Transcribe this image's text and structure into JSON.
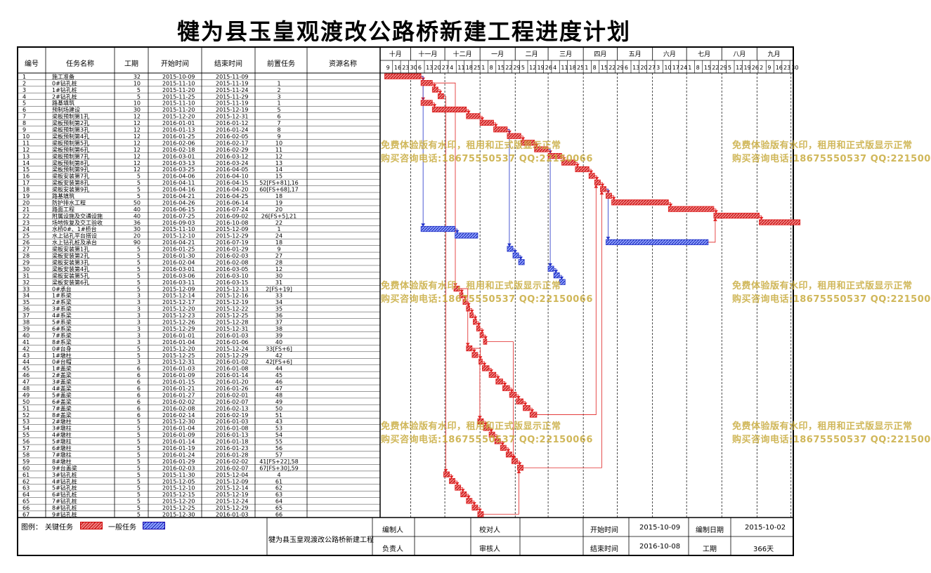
{
  "title": "犍为县玉皇观渡改公路桥新建工程进度计划",
  "columns": [
    "编号",
    "任务名称",
    "工期",
    "开始时间",
    "结束时间",
    "前置任务",
    "资源名称"
  ],
  "months": [
    "十月",
    "十一月",
    "十二月",
    "一月",
    "二月",
    "三月",
    "四月",
    "五月",
    "六月",
    "七月",
    "八月",
    "九月"
  ],
  "days": [
    "9",
    "16",
    "23",
    "30",
    "6",
    "13",
    "20",
    "27",
    "4",
    "11",
    "18",
    "25",
    "1",
    "8",
    "15",
    "22",
    "29",
    "5",
    "12",
    "19",
    "26",
    "4",
    "11",
    "18",
    "25",
    "1",
    "8",
    "15",
    "22",
    "29",
    "6",
    "13",
    "20",
    "27",
    "3",
    "10",
    "17",
    "24",
    "1",
    "8",
    "15",
    "22",
    "29",
    "5",
    "12",
    "19",
    "26",
    "2",
    "9",
    "16",
    "23",
    "30"
  ],
  "chart_data": {
    "type": "gantt",
    "x_range": [
      "2015-10-05",
      "2016-10-03"
    ],
    "tasks": [
      {
        "id": "1",
        "name": "施工准备",
        "dur": "32",
        "start": "2015-10-09",
        "end": "2015-11-09",
        "pred": "",
        "crit": true
      },
      {
        "id": "2",
        "name": "0#钻孔桩",
        "dur": "10",
        "start": "2015-11-10",
        "end": "2015-11-19",
        "pred": "1",
        "crit": true
      },
      {
        "id": "3",
        "name": "1#钻孔桩",
        "dur": "5",
        "start": "2015-11-20",
        "end": "2015-11-24",
        "pred": "2",
        "crit": true
      },
      {
        "id": "4",
        "name": "2#钻孔桩",
        "dur": "5",
        "start": "2015-11-25",
        "end": "2015-11-29",
        "pred": "3",
        "crit": true
      },
      {
        "id": "5",
        "name": "路基填筑",
        "dur": "10",
        "start": "2015-11-10",
        "end": "2015-11-19",
        "pred": "1",
        "crit": true
      },
      {
        "id": "6",
        "name": "预制场建设",
        "dur": "30",
        "start": "2015-11-20",
        "end": "2015-12-19",
        "pred": "5",
        "crit": true
      },
      {
        "id": "7",
        "name": "梁板预制第1孔",
        "dur": "12",
        "start": "2015-12-20",
        "end": "2015-12-31",
        "pred": "6",
        "crit": true
      },
      {
        "id": "8",
        "name": "梁板预制第2孔",
        "dur": "12",
        "start": "2016-01-01",
        "end": "2016-01-12",
        "pred": "7",
        "crit": true
      },
      {
        "id": "9",
        "name": "梁板预制第3孔",
        "dur": "12",
        "start": "2016-01-13",
        "end": "2016-01-24",
        "pred": "8",
        "crit": true
      },
      {
        "id": "10",
        "name": "梁板预制第4孔",
        "dur": "12",
        "start": "2016-01-25",
        "end": "2016-02-05",
        "pred": "9",
        "crit": true
      },
      {
        "id": "11",
        "name": "梁板预制第5孔",
        "dur": "12",
        "start": "2016-02-06",
        "end": "2016-02-17",
        "pred": "10",
        "crit": true
      },
      {
        "id": "12",
        "name": "梁板预制第6孔",
        "dur": "12",
        "start": "2016-02-18",
        "end": "2016-02-29",
        "pred": "11",
        "crit": true
      },
      {
        "id": "13",
        "name": "梁板预制第7孔",
        "dur": "12",
        "start": "2016-03-01",
        "end": "2016-03-12",
        "pred": "12",
        "crit": true
      },
      {
        "id": "14",
        "name": "梁板预制第8孔",
        "dur": "12",
        "start": "2016-03-13",
        "end": "2016-03-24",
        "pred": "13",
        "crit": true
      },
      {
        "id": "15",
        "name": "梁板预制第9孔",
        "dur": "12",
        "start": "2016-03-25",
        "end": "2016-04-05",
        "pred": "14",
        "crit": true
      },
      {
        "id": "16",
        "name": "梁板安装第7孔",
        "dur": "5",
        "start": "2016-04-06",
        "end": "2016-04-10",
        "pred": "15",
        "crit": true
      },
      {
        "id": "17",
        "name": "梁板安装第8孔",
        "dur": "5",
        "start": "2016-04-11",
        "end": "2016-04-15",
        "pred": "52[FS+81],16",
        "crit": true
      },
      {
        "id": "18",
        "name": "梁板安装第9孔",
        "dur": "5",
        "start": "2016-04-16",
        "end": "2016-04-20",
        "pred": "60[FS+68],17",
        "crit": true
      },
      {
        "id": "19",
        "name": "路基填筑",
        "dur": "5",
        "start": "2016-04-21",
        "end": "2016-04-25",
        "pred": "18",
        "crit": true
      },
      {
        "id": "20",
        "name": "防护排水工程",
        "dur": "50",
        "start": "2016-04-26",
        "end": "2016-06-14",
        "pred": "19",
        "crit": true
      },
      {
        "id": "21",
        "name": "路面工程",
        "dur": "40",
        "start": "2016-06-15",
        "end": "2016-07-24",
        "pred": "20",
        "crit": true
      },
      {
        "id": "22",
        "name": "附属设施及交通设施",
        "dur": "40",
        "start": "2016-07-25",
        "end": "2016-09-02",
        "pred": "26[FS+5],21",
        "crit": true
      },
      {
        "id": "23",
        "name": "场地恢复及交工验收",
        "dur": "36",
        "start": "2016-09-03",
        "end": "2016-10-08",
        "pred": "22",
        "crit": true
      },
      {
        "id": "24",
        "name": "水桥0#、1#桥台",
        "dur": "30",
        "start": "2015-11-10",
        "end": "2015-12-09",
        "pred": "1",
        "crit": false
      },
      {
        "id": "25",
        "name": "水上钻孔平台搭设",
        "dur": "20",
        "start": "2015-12-10",
        "end": "2015-12-29",
        "pred": "24",
        "crit": false
      },
      {
        "id": "26",
        "name": "水上钻孔桩及承台",
        "dur": "90",
        "start": "2016-04-21",
        "end": "2016-07-19",
        "pred": "18",
        "crit": false
      },
      {
        "id": "27",
        "name": "梁板安装第1孔",
        "dur": "5",
        "start": "2016-01-25",
        "end": "2016-01-29",
        "pred": "9",
        "crit": false
      },
      {
        "id": "28",
        "name": "梁板安装第2孔",
        "dur": "5",
        "start": "2016-01-30",
        "end": "2016-02-03",
        "pred": "27",
        "crit": false
      },
      {
        "id": "29",
        "name": "梁板安装第3孔",
        "dur": "5",
        "start": "2016-02-04",
        "end": "2016-02-08",
        "pred": "28",
        "crit": false
      },
      {
        "id": "30",
        "name": "梁板安装第4孔",
        "dur": "5",
        "start": "2016-03-01",
        "end": "2016-03-05",
        "pred": "12",
        "crit": false
      },
      {
        "id": "31",
        "name": "梁板安装第5孔",
        "dur": "5",
        "start": "2016-03-06",
        "end": "2016-03-10",
        "pred": "30",
        "crit": false
      },
      {
        "id": "32",
        "name": "梁板安装第6孔",
        "dur": "5",
        "start": "2016-03-11",
        "end": "2016-03-15",
        "pred": "31",
        "crit": false
      },
      {
        "id": "33",
        "name": "0#承台",
        "dur": "5",
        "start": "2015-12-09",
        "end": "2015-12-13",
        "pred": "2[FS+19]",
        "crit": true
      },
      {
        "id": "34",
        "name": "1#系梁",
        "dur": "3",
        "start": "2015-12-14",
        "end": "2015-12-16",
        "pred": "33",
        "crit": true
      },
      {
        "id": "35",
        "name": "2#系梁",
        "dur": "3",
        "start": "2015-12-17",
        "end": "2015-12-19",
        "pred": "34",
        "crit": true
      },
      {
        "id": "36",
        "name": "3#系梁",
        "dur": "3",
        "start": "2015-12-20",
        "end": "2015-12-22",
        "pred": "35",
        "crit": true
      },
      {
        "id": "37",
        "name": "4#系梁",
        "dur": "3",
        "start": "2015-12-23",
        "end": "2015-12-25",
        "pred": "36",
        "crit": true
      },
      {
        "id": "38",
        "name": "5#系梁",
        "dur": "3",
        "start": "2015-12-26",
        "end": "2015-12-28",
        "pred": "37",
        "crit": true
      },
      {
        "id": "39",
        "name": "6#系梁",
        "dur": "3",
        "start": "2015-12-29",
        "end": "2015-12-31",
        "pred": "38",
        "crit": true
      },
      {
        "id": "40",
        "name": "7#系梁",
        "dur": "3",
        "start": "2016-01-01",
        "end": "2016-01-03",
        "pred": "39",
        "crit": true
      },
      {
        "id": "41",
        "name": "8#系梁",
        "dur": "3",
        "start": "2016-01-04",
        "end": "2016-01-06",
        "pred": "40",
        "crit": true
      },
      {
        "id": "42",
        "name": "0#台身",
        "dur": "5",
        "start": "2015-12-20",
        "end": "2015-12-24",
        "pred": "33[FS+6]",
        "crit": true
      },
      {
        "id": "43",
        "name": "1#墩柱",
        "dur": "5",
        "start": "2015-12-25",
        "end": "2015-12-29",
        "pred": "42",
        "crit": true
      },
      {
        "id": "44",
        "name": "0#台帽",
        "dur": "3",
        "start": "2015-12-31",
        "end": "2016-01-02",
        "pred": "42[FS+6]",
        "crit": true
      },
      {
        "id": "45",
        "name": "1#盖梁",
        "dur": "6",
        "start": "2016-01-03",
        "end": "2016-01-08",
        "pred": "44",
        "crit": true
      },
      {
        "id": "46",
        "name": "2#盖梁",
        "dur": "6",
        "start": "2016-01-09",
        "end": "2016-01-14",
        "pred": "45",
        "crit": true
      },
      {
        "id": "47",
        "name": "3#盖梁",
        "dur": "6",
        "start": "2016-01-15",
        "end": "2016-01-20",
        "pred": "46",
        "crit": true
      },
      {
        "id": "48",
        "name": "4#盖梁",
        "dur": "6",
        "start": "2016-01-21",
        "end": "2016-01-26",
        "pred": "47",
        "crit": true
      },
      {
        "id": "49",
        "name": "5#盖梁",
        "dur": "6",
        "start": "2016-01-27",
        "end": "2016-02-01",
        "pred": "48",
        "crit": true
      },
      {
        "id": "50",
        "name": "6#盖梁",
        "dur": "6",
        "start": "2016-02-02",
        "end": "2016-02-07",
        "pred": "49",
        "crit": true
      },
      {
        "id": "51",
        "name": "7#盖梁",
        "dur": "6",
        "start": "2016-02-08",
        "end": "2016-02-13",
        "pred": "50",
        "crit": true
      },
      {
        "id": "52",
        "name": "8#盖梁",
        "dur": "6",
        "start": "2016-02-14",
        "end": "2016-02-19",
        "pred": "51",
        "crit": true
      },
      {
        "id": "53",
        "name": "2#墩柱",
        "dur": "5",
        "start": "2015-12-30",
        "end": "2016-01-03",
        "pred": "43",
        "crit": true
      },
      {
        "id": "54",
        "name": "3#墩柱",
        "dur": "5",
        "start": "2016-01-04",
        "end": "2016-01-08",
        "pred": "53",
        "crit": true
      },
      {
        "id": "55",
        "name": "4#墩柱",
        "dur": "5",
        "start": "2016-01-09",
        "end": "2016-01-13",
        "pred": "54",
        "crit": true
      },
      {
        "id": "56",
        "name": "5#墩柱",
        "dur": "5",
        "start": "2016-01-14",
        "end": "2016-01-18",
        "pred": "55",
        "crit": true
      },
      {
        "id": "57",
        "name": "6#墩柱",
        "dur": "5",
        "start": "2016-01-19",
        "end": "2016-01-23",
        "pred": "56",
        "crit": true
      },
      {
        "id": "58",
        "name": "7#墩柱",
        "dur": "5",
        "start": "2016-01-24",
        "end": "2016-01-28",
        "pred": "57",
        "crit": true
      },
      {
        "id": "59",
        "name": "8#墩柱",
        "dur": "5",
        "start": "2016-01-29",
        "end": "2016-02-02",
        "pred": "41[FS+22],58",
        "crit": true
      },
      {
        "id": "60",
        "name": "9#台盖梁",
        "dur": "5",
        "start": "2016-02-03",
        "end": "2016-02-07",
        "pred": "67[FS+30],59",
        "crit": true
      },
      {
        "id": "61",
        "name": "3#钻孔桩",
        "dur": "5",
        "start": "2015-11-30",
        "end": "2015-12-04",
        "pred": "4",
        "crit": true
      },
      {
        "id": "62",
        "name": "4#钻孔桩",
        "dur": "5",
        "start": "2015-12-05",
        "end": "2015-12-09",
        "pred": "61",
        "crit": true
      },
      {
        "id": "63",
        "name": "5#钻孔桩",
        "dur": "5",
        "start": "2015-12-10",
        "end": "2015-12-14",
        "pred": "62",
        "crit": true
      },
      {
        "id": "64",
        "name": "6#钻孔桩",
        "dur": "5",
        "start": "2015-12-15",
        "end": "2015-12-19",
        "pred": "63",
        "crit": true
      },
      {
        "id": "65",
        "name": "7#钻孔桩",
        "dur": "5",
        "start": "2015-12-20",
        "end": "2015-12-24",
        "pred": "64",
        "crit": true
      },
      {
        "id": "66",
        "name": "8#钻孔桩",
        "dur": "5",
        "start": "2015-12-25",
        "end": "2015-12-29",
        "pred": "65",
        "crit": true
      },
      {
        "id": "67",
        "name": "9#钻孔桩",
        "dur": "5",
        "start": "2015-12-30",
        "end": "2016-01-03",
        "pred": "66",
        "crit": true
      }
    ],
    "colors": {
      "critical": "#e02020",
      "normal": "#2030c8"
    }
  },
  "watermark": {
    "line1": "免费体验版有水印，租用和正式版显示正常",
    "line2": "购买咨询电话:18675550537 QQ:22150066"
  },
  "legend": {
    "label": "图例：",
    "critical": "关键任务",
    "normal": "一般任务"
  },
  "footer": {
    "project": "犍为县玉皇观渡改公路桥新建工程",
    "editor_label": "编制人",
    "checker_label": "校对人",
    "start_label": "开始时间",
    "start_value": "2015-10-09",
    "date_label": "编制日期",
    "date_value": "2015-10-02",
    "owner_label": "负责人",
    "reviewer_label": "审核人",
    "end_label": "结束时间",
    "end_value": "2016-10-08",
    "dur_label": "工期",
    "dur_value": "366天"
  }
}
